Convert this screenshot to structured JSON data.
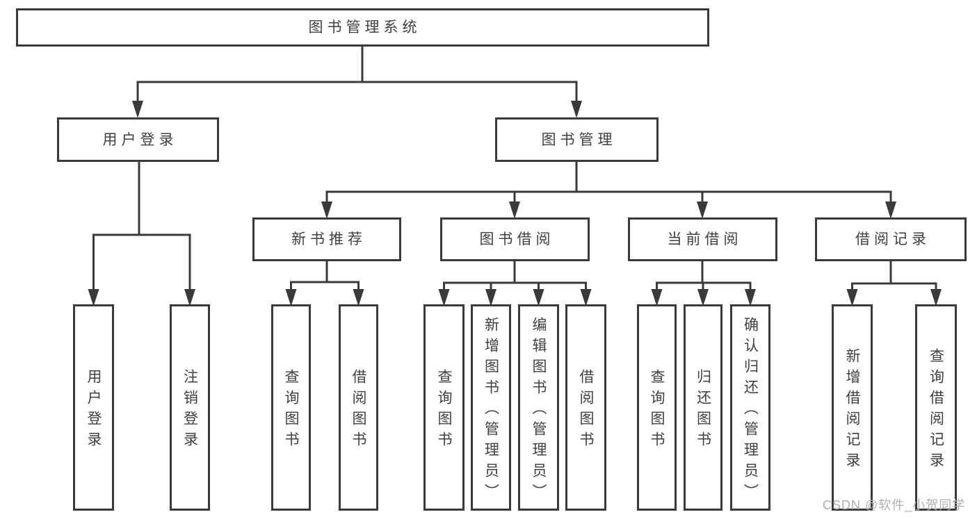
{
  "diagram": {
    "type": "functional-structure-tree",
    "watermark": "CSDN @软件_小贺同学",
    "colors": {
      "line": "#3a3a3a",
      "box_border": "#3a3a3a",
      "text": "#3f3f3f",
      "box_background": "#ffffff",
      "watermark_text": "#aeaeb4"
    },
    "tree": {
      "root": {
        "label": "图书管理系统"
      },
      "branches": [
        {
          "label": "用户登录",
          "children": [
            {
              "label": "用户登录"
            },
            {
              "label": "注销登录"
            }
          ]
        },
        {
          "label": "图书管理",
          "children": [
            {
              "label": "新书推荐",
              "children": [
                {
                  "label": "查询图书"
                },
                {
                  "label": "借阅图书"
                }
              ]
            },
            {
              "label": "图书借阅",
              "children": [
                {
                  "label": "查询图书"
                },
                {
                  "label": "新增图书（管理员）"
                },
                {
                  "label": "编辑图书（管理员）"
                },
                {
                  "label": "借阅图书"
                }
              ]
            },
            {
              "label": "当前借阅",
              "children": [
                {
                  "label": "查询图书"
                },
                {
                  "label": "归还图书"
                },
                {
                  "label": "确认归还（管理员）"
                }
              ]
            },
            {
              "label": "借阅记录",
              "children": [
                {
                  "label": "新增借阅记录"
                },
                {
                  "label": "查询借阅记录"
                }
              ]
            }
          ]
        }
      ]
    }
  }
}
